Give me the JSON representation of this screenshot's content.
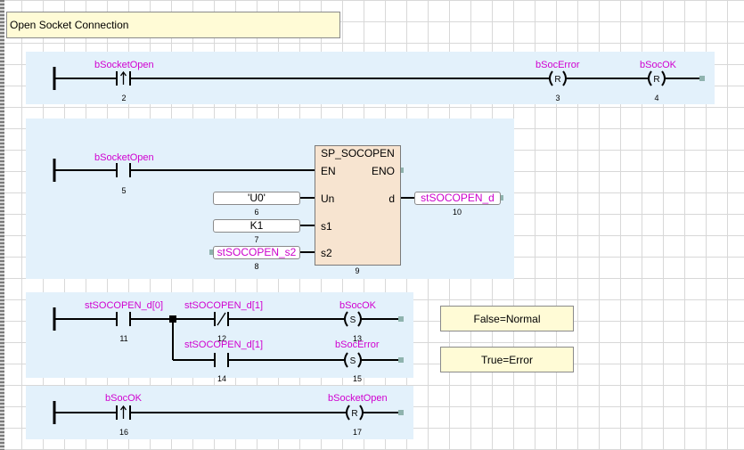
{
  "comment_title": "Open Socket Connection",
  "comments": {
    "false_note": "False=Normal",
    "true_note": "True=Error"
  },
  "rungs": {
    "rung1": {
      "contact": {
        "variable": "bSocketOpen",
        "id": "2",
        "type": "rising-edge"
      },
      "coil_reset_error": {
        "variable": "bSocError",
        "id": "3",
        "type": "reset-coil"
      },
      "coil_reset_ok": {
        "variable": "bSocOK",
        "id": "4",
        "type": "reset-coil"
      }
    },
    "rung2": {
      "contact": {
        "variable": "bSocketOpen",
        "id": "5",
        "type": "normally-open"
      },
      "function_block": {
        "name": "SP_SOCOPEN",
        "id": "9",
        "pins": {
          "en": "EN",
          "eno": "ENO",
          "un": "Un",
          "s1": "s1",
          "s2": "s2",
          "d": "d"
        }
      },
      "input_un": {
        "value": "'U0'",
        "id": "6"
      },
      "input_s1": {
        "value": "K1",
        "id": "7"
      },
      "input_s2": {
        "value": "stSOCOPEN_s2",
        "id": "8"
      },
      "output_d": {
        "value": "stSOCOPEN_d",
        "id": "10"
      }
    },
    "rung3": {
      "contact_done": {
        "variable": "stSOCOPEN_d[0]",
        "id": "11",
        "type": "normally-open"
      },
      "contact_status_nc": {
        "variable": "stSOCOPEN_d[1]",
        "id": "12",
        "type": "normally-closed"
      },
      "coil_set_ok": {
        "variable": "bSocOK",
        "id": "13",
        "type": "set-coil"
      },
      "contact_status_no": {
        "variable": "stSOCOPEN_d[1]",
        "id": "14",
        "type": "normally-open"
      },
      "coil_set_error": {
        "variable": "bSocError",
        "id": "15",
        "type": "set-coil"
      }
    },
    "rung4": {
      "contact": {
        "variable": "bSocOK",
        "id": "16",
        "type": "rising-edge"
      },
      "coil_reset_open": {
        "variable": "bSocketOpen",
        "id": "17",
        "type": "reset-coil"
      }
    }
  }
}
